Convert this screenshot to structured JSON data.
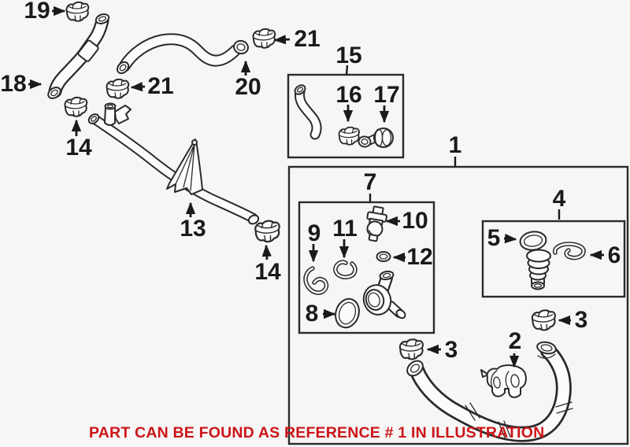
{
  "colors": {
    "background": "#f6f6f6",
    "line_art": "#2a2a2a",
    "label_text": "#1a1a1a",
    "caption_red": "#cc1518"
  },
  "caption": {
    "text": "PART CAN BE FOUND AS REFERENCE # 1 IN ILLUSTRATION"
  },
  "callouts": [
    {
      "text": "19"
    },
    {
      "text": "18"
    },
    {
      "text": "21"
    },
    {
      "text": "20"
    },
    {
      "text": "21"
    },
    {
      "text": "14"
    },
    {
      "text": "13"
    },
    {
      "text": "14"
    },
    {
      "text": "15"
    },
    {
      "text": "16"
    },
    {
      "text": "17"
    },
    {
      "text": "1"
    },
    {
      "text": "7"
    },
    {
      "text": "10"
    },
    {
      "text": "9"
    },
    {
      "text": "11"
    },
    {
      "text": "12"
    },
    {
      "text": "8"
    },
    {
      "text": "4"
    },
    {
      "text": "5"
    },
    {
      "text": "6"
    },
    {
      "text": "3"
    },
    {
      "text": "2"
    },
    {
      "text": "3"
    }
  ]
}
